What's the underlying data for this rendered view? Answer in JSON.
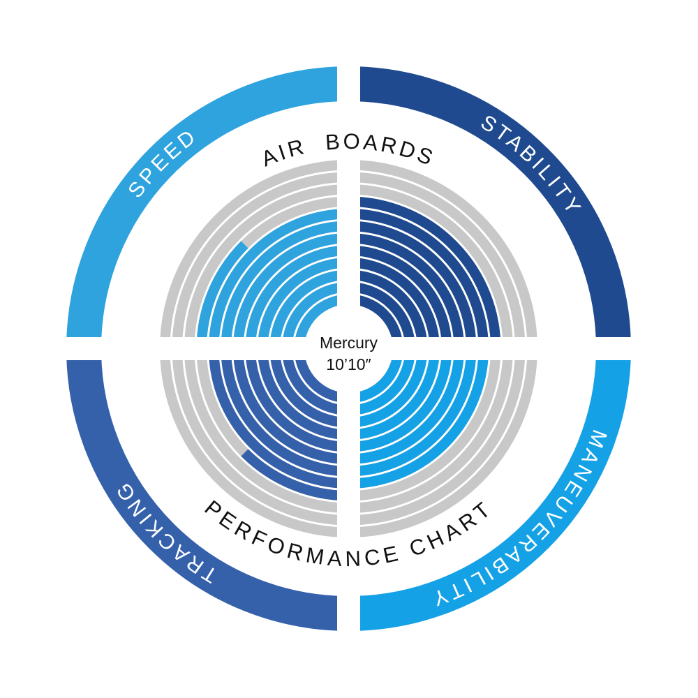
{
  "chart_data": {
    "type": "radial-bar",
    "title": "AIR  BOARDS",
    "subtitle": "PERFORMANCE CHART",
    "center_label": {
      "line1": "Mercury",
      "line2": "10’10″"
    },
    "scale_max": 12,
    "categories": [
      "SPEED",
      "STABILITY",
      "MANEUVERABILITY",
      "TRACKING"
    ],
    "series": [
      {
        "name": "SPEED",
        "value": 8.5,
        "color": "#2ea3de"
      },
      {
        "name": "STABILITY",
        "value": 9,
        "color": "#1f4a8f"
      },
      {
        "name": "MANEUVERABILITY",
        "value": 8,
        "color": "#14a1e5"
      },
      {
        "name": "TRACKING",
        "value": 8.5,
        "color": "#3561ab"
      }
    ],
    "empty_color": "#c8c8c8"
  }
}
